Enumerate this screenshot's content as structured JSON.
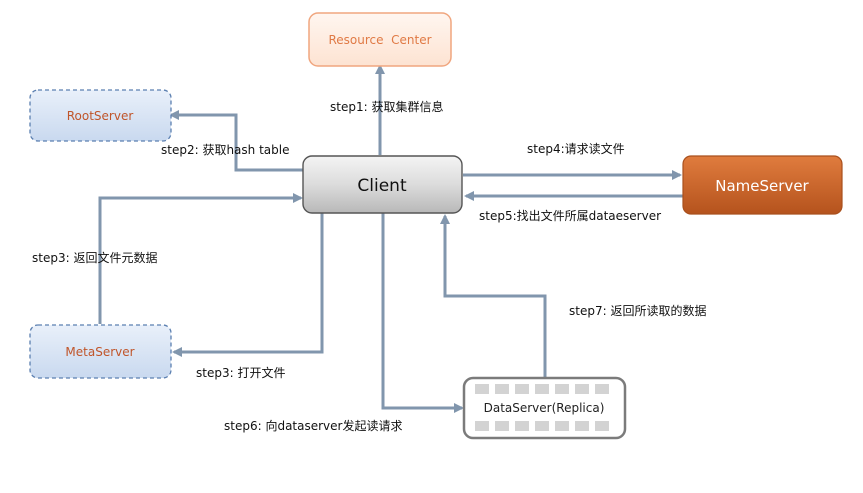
{
  "nodes": {
    "resource_center": "Resource  Center",
    "root_server": "RootServer",
    "client": "Client",
    "name_server": "NameServer",
    "meta_server": "MetaServer",
    "data_server": "DataServer(Replica)"
  },
  "steps": {
    "step1": "step1: 获取集群信息",
    "step2": "step2: 获取hash table",
    "step3_return": "step3: 返回文件元数据",
    "step3_open": "step3: 打开文件",
    "step4": "step4:请求读文件",
    "step5": "step5:找出文件所属dataeserver",
    "step6": "step6: 向dataserver发起读请求",
    "step7": "step7: 返回所读取的数据"
  },
  "colors": {
    "arrow": "#8196ad",
    "resource_center_text": "#e07a45",
    "blue_server_text": "#c0552a",
    "name_server_fill": "#c85f26"
  }
}
